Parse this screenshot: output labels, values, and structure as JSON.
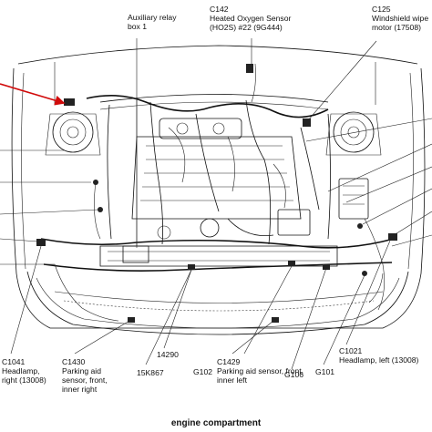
{
  "caption": "engine compartment",
  "accent_color": "#d10a0a",
  "callouts": {
    "aux_relay": [
      "Auxiliary relay",
      "box 1"
    ],
    "c142": [
      "C142",
      "Heated Oxygen Sensor",
      "(HO2S) #22 (9G444)"
    ],
    "c125": [
      "C125",
      "Windshield wipe",
      "motor (17508)"
    ],
    "c1041": [
      "C1041",
      "Headlamp,",
      "right (13008)"
    ],
    "c1430": [
      "C1430",
      "Parking aid",
      "sensor, front,",
      "inner right"
    ],
    "p15k867": [
      "15K867"
    ],
    "p14290": [
      "14290"
    ],
    "g102": [
      "G102"
    ],
    "c1429": [
      "C1429",
      "Parking aid sensor, front,",
      "inner left"
    ],
    "g106": [
      "G106"
    ],
    "g101": [
      "G101"
    ],
    "c1021": [
      "C1021",
      "Headlamp, left (13008)"
    ]
  }
}
